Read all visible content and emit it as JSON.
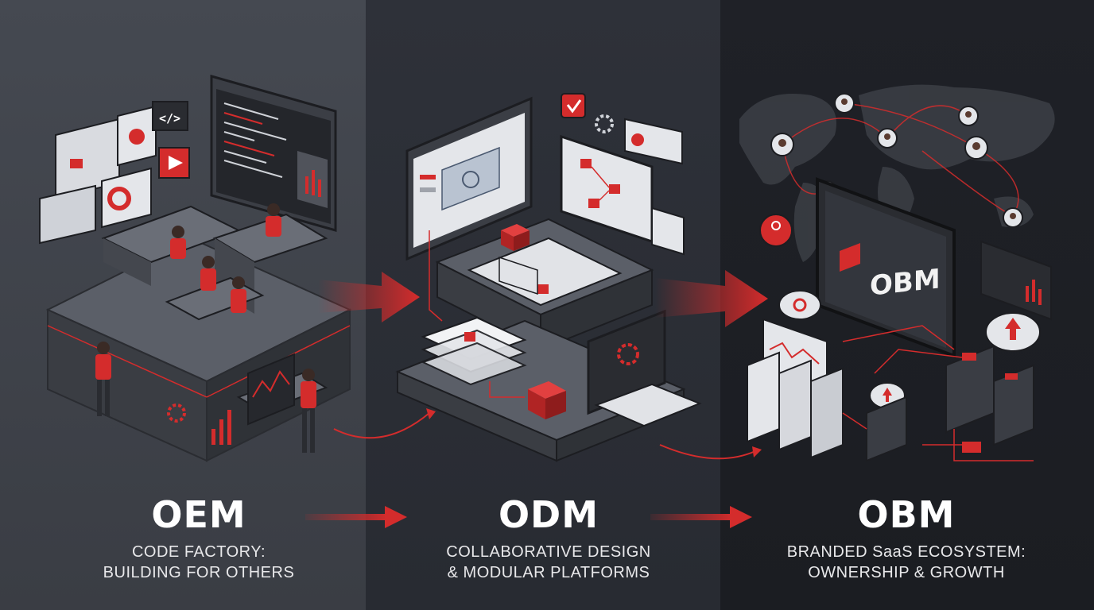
{
  "stages": [
    {
      "key": "oem",
      "title": "OEM",
      "subtitle_line1": "CODE FACTORY:",
      "subtitle_line2": "BUILDING FOR OTHERS"
    },
    {
      "key": "odm",
      "title": "ODM",
      "subtitle_line1": "COLLABORATIVE DESIGN",
      "subtitle_line2": "& MODULAR PLATFORMS"
    },
    {
      "key": "obm",
      "title": "OBM",
      "subtitle_line1": "BRANDED SaaS ECOSYSTEM:",
      "subtitle_line2": "OWNERSHIP & GROWTH"
    }
  ],
  "logo_text": "OBM",
  "code_glyph": "</>",
  "colors": {
    "accent": "#d42c2c",
    "panel_light": "#454951",
    "panel_mid": "#2e3139",
    "panel_dark": "#1f2127",
    "text": "#ffffff"
  },
  "icons": [
    "code-window-icon",
    "play-icon",
    "gear-icon",
    "checkmark-icon",
    "user-icon",
    "cloud-sync-icon",
    "cloud-upload-icon",
    "world-map-icon",
    "server-rack-icon"
  ]
}
